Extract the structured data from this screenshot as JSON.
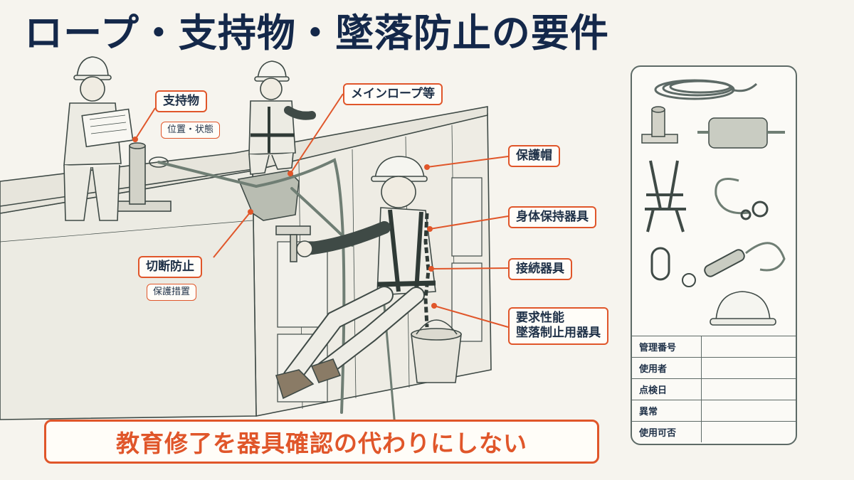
{
  "title": "ロープ・支持物・墜落防止の要件",
  "labels": {
    "support": "支持物",
    "support_sub": "位置・状態",
    "main_rope": "メインロープ等",
    "helmet": "保護帽",
    "cut_prevention": "切断防止",
    "cut_prevention_sub": "保護措置",
    "harness": "身体保持器具",
    "connector": "接続器具",
    "fall_arrest_line1": "要求性能",
    "fall_arrest_line2": "墜落制止用器具"
  },
  "banner": "教育修了を器具確認の代わりにしない",
  "checklist": {
    "rows": [
      {
        "label": "管理番号",
        "value": ""
      },
      {
        "label": "使用者",
        "value": ""
      },
      {
        "label": "点検日",
        "value": ""
      },
      {
        "label": "異常",
        "value": ""
      },
      {
        "label": "使用可否",
        "value": ""
      }
    ]
  },
  "equipment_icons": [
    "coiled-rope-icon",
    "anchor-post-icon",
    "rope-protector-icon",
    "harness-icon",
    "lanyard-icon",
    "carabiner-icon",
    "descender-icon",
    "helmet-icon"
  ],
  "colors": {
    "accent": "#e0562a",
    "title": "#14284a",
    "line_art": "#3f4a46",
    "rope": "#6f7e74",
    "background": "#f6f4ee"
  }
}
